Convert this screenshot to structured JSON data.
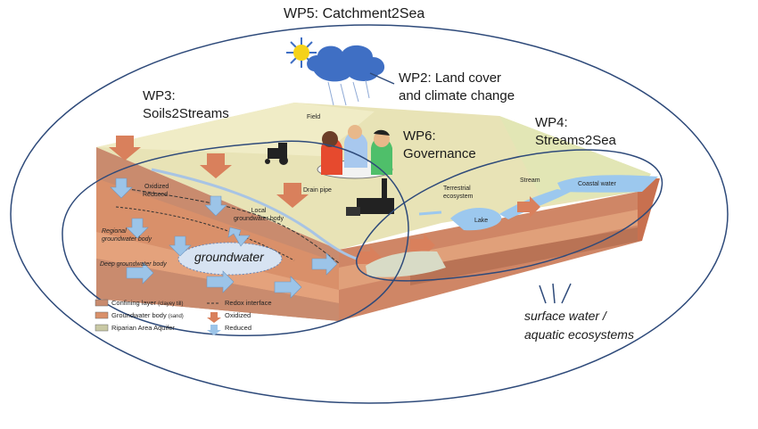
{
  "wp5": "WP5: Catchment2Sea",
  "wp2": [
    "WP2: Land cover",
    "and climate change"
  ],
  "wp3": [
    "WP3:",
    "Soils2Streams"
  ],
  "wp6": [
    "WP6:",
    "Governance"
  ],
  "wp4": [
    "WP4:",
    "Streams2Sea"
  ],
  "surface": [
    "surface water /",
    "aquatic ecosystems"
  ],
  "groundwater": "groundwater",
  "labels": {
    "field": "Field",
    "oxidized": "Oxidized",
    "reduced": "Reduced",
    "drain_pipe": "Drain pipe",
    "local_gw": [
      "Local",
      "groundwater body"
    ],
    "regional_gw": [
      "Regional",
      "groundwater body"
    ],
    "deep_gw": "Deep groundwater body",
    "terrestrial": [
      "Terrestrial",
      "ecosystem"
    ],
    "stream": "Stream",
    "coastal": "Coastal water",
    "lake": "Lake"
  },
  "legend": {
    "confining": "Confining layer",
    "confining_note": "(clayey till)",
    "gw_body": "Groundwater body",
    "gw_note": "(sand)",
    "riparian": "Riparian Area Aquifer",
    "redox": "Redox interface",
    "oxidized": "Oxidized",
    "reduced": "Reduced"
  },
  "colors": {
    "ellipse": "#2e4a7a",
    "cloud": "#3f6fc4",
    "sun": "#f5d21a",
    "aquifer": "#d9906a",
    "clay": "#c98b6e",
    "field": "#efe7b8",
    "water": "#9cc8ee",
    "arrow_oxidized": "#d9805c",
    "arrow_reduced": "#9cc4e8"
  }
}
